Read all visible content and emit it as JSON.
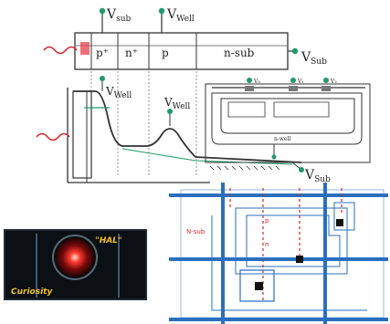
{
  "cross_section": {
    "terminals": {
      "v_sub_top": "V",
      "v_sub_top_sub": "sub",
      "v_well_top": "V",
      "v_well_top_sub": "Well",
      "v_sub_right": "V",
      "v_sub_right_sub": "Sub"
    },
    "regions": [
      "p⁺",
      "n⁺",
      "p",
      "n-sub"
    ]
  },
  "potential_profile": {
    "v_well_label": "V",
    "v_well_label_sub": "Well",
    "v_well_label2": "V",
    "v_well_label2_sub": "Well",
    "v_sub_label": "V",
    "v_sub_label_sub": "Sub",
    "n_well_text": "n-well",
    "small_labels": [
      "V₀",
      "V₁",
      "V₂"
    ]
  },
  "pixel_layout": {
    "left_region_label": "N-sub",
    "inner_label_top": "p",
    "inner_label_bottom": "n"
  },
  "photo": {
    "badge_text": "\"HAL\"",
    "caption": "Curiosity"
  },
  "colors": {
    "grid_blue": "#2a6fbf",
    "dashed_red": "#d8262b",
    "terminal_green": "#1f9a6a",
    "light_red": "#e8404a"
  }
}
